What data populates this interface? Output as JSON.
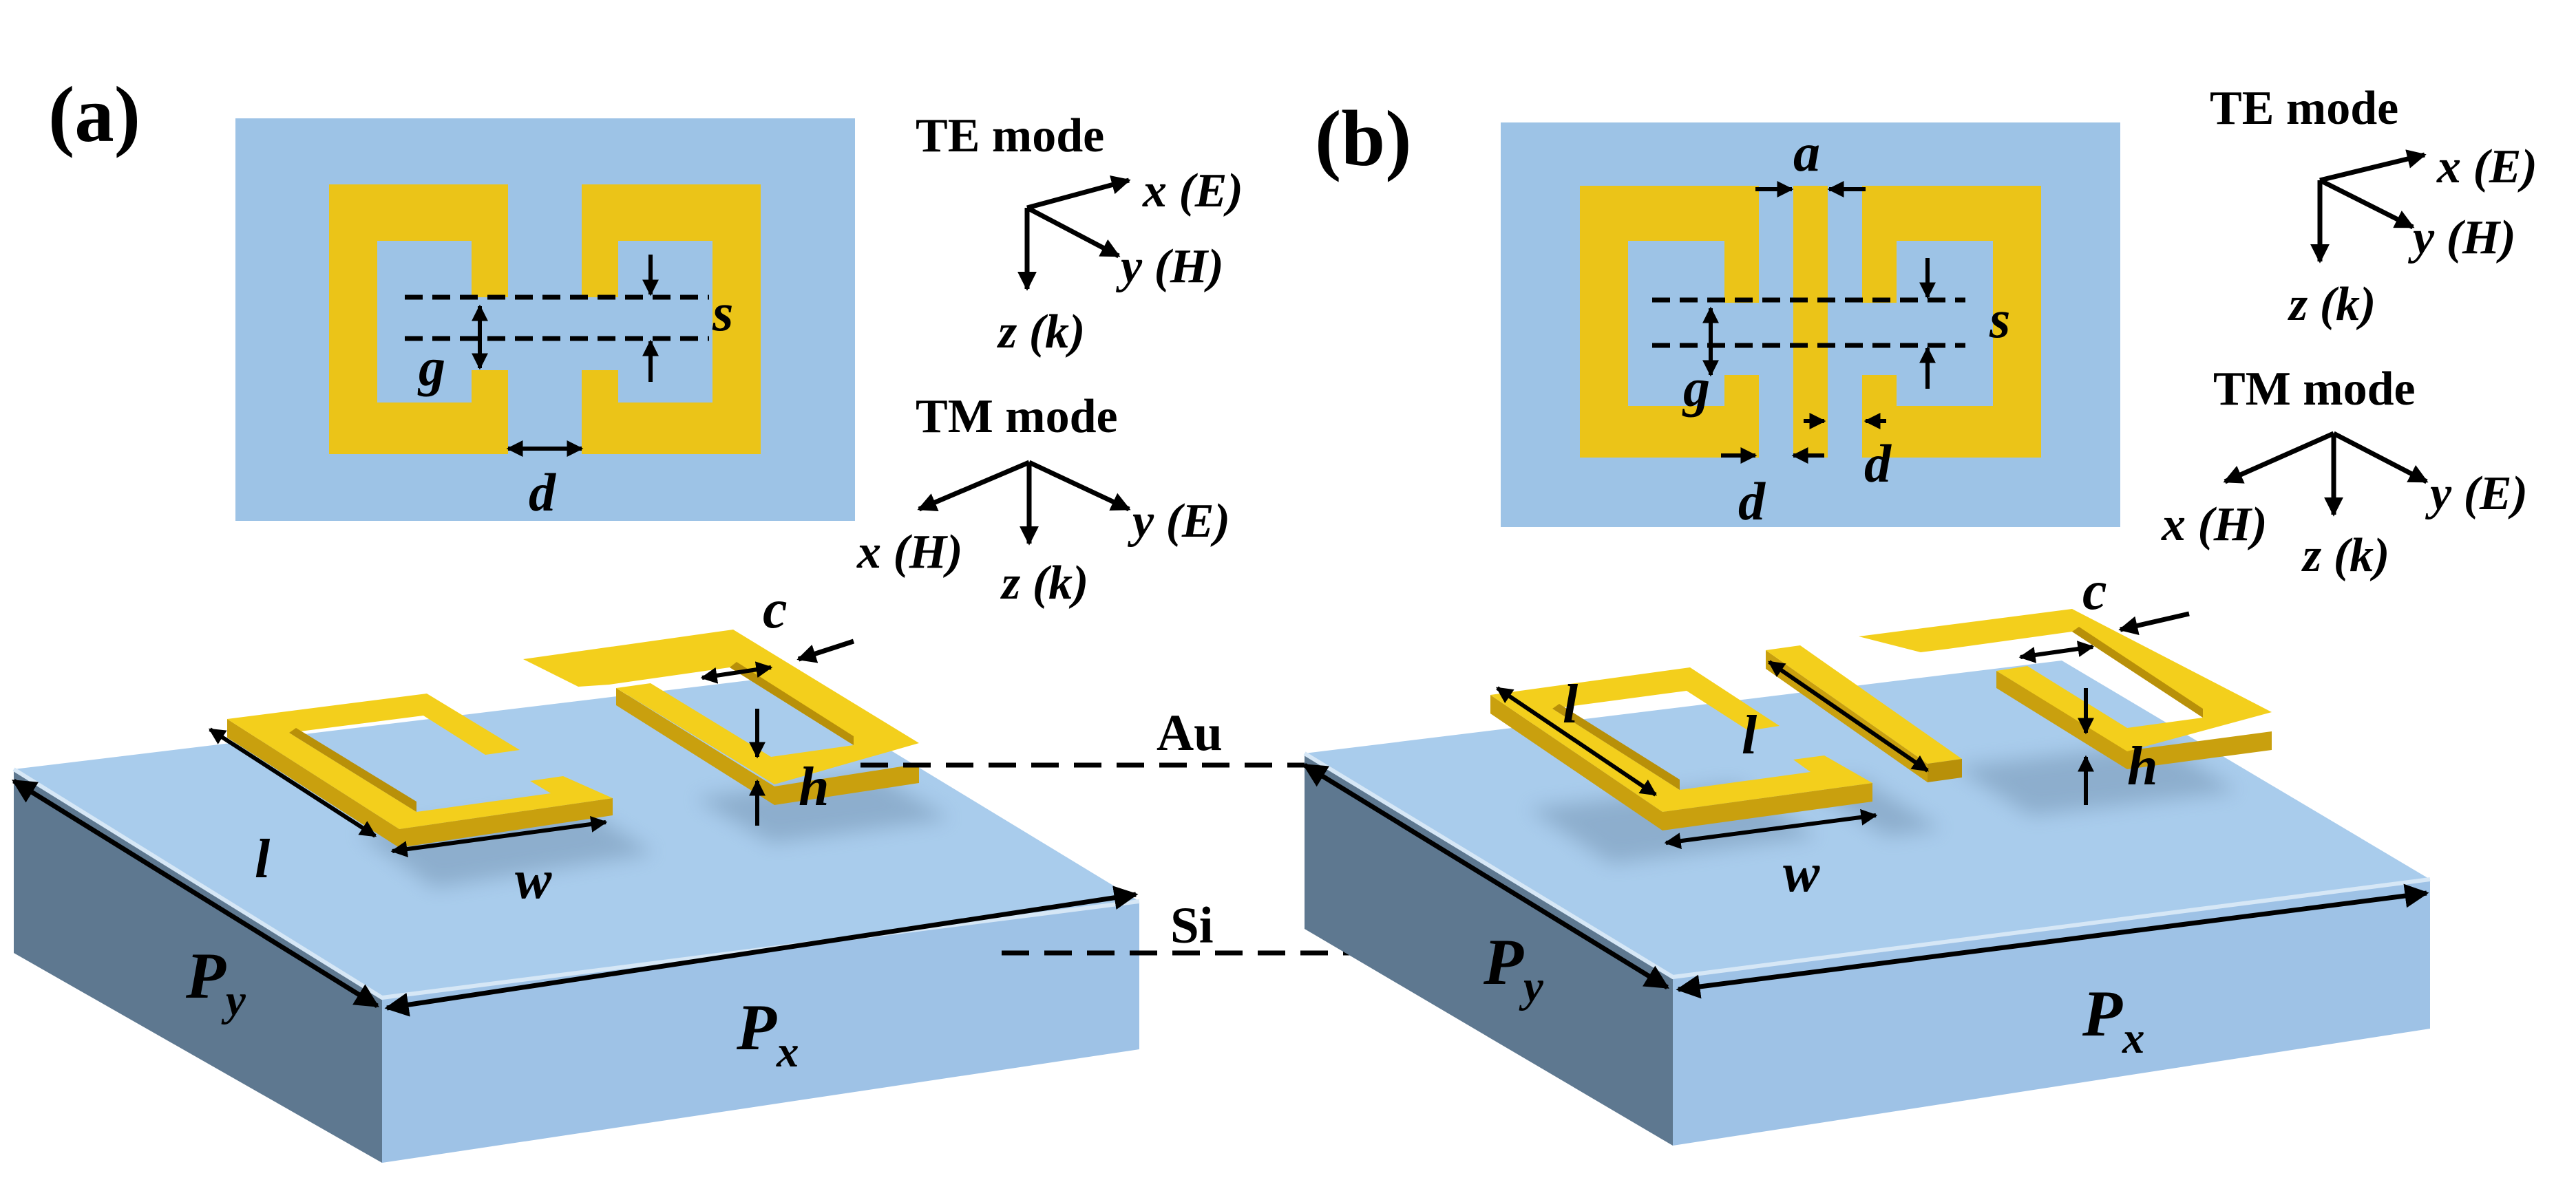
{
  "colors": {
    "gold": "#EBC418",
    "gold_top": "#F3CF1C",
    "gold_side": "#C9A00E",
    "substrate_top": "#A9CCEC",
    "substrate_front": "#9EC2E6",
    "substrate_side": "#5E7890",
    "panel_blue": "#9DC3E6",
    "ink": "#000000"
  },
  "panel_a": {
    "label": "(a)",
    "top_view": {
      "g": "g",
      "s": "s",
      "d": "d"
    },
    "te": {
      "title": "TE mode",
      "x": "x",
      "x_field": "(E)",
      "y": "y",
      "y_field": "(H)",
      "z": "z",
      "z_field": "(k)"
    },
    "tm": {
      "title": "TM mode",
      "x": "x",
      "x_field": "(H)",
      "y": "y",
      "y_field": "(E)",
      "z": "z",
      "z_field": "(k)"
    },
    "iso": {
      "c": "c",
      "l": "l",
      "w": "w",
      "h": "h",
      "P": "P",
      "px_sub": "x",
      "py_sub": "y"
    }
  },
  "panel_b": {
    "label": "(b)",
    "top_view": {
      "a": "a",
      "g": "g",
      "s": "s",
      "d1": "d",
      "d2": "d"
    },
    "te": {
      "title": "TE mode",
      "x": "x",
      "x_field": "(E)",
      "y": "y",
      "y_field": "(H)",
      "z": "z",
      "z_field": "(k)"
    },
    "tm": {
      "title": "TM mode",
      "x": "x",
      "x_field": "(H)",
      "y": "y",
      "y_field": "(E)",
      "z": "z",
      "z_field": "(k)"
    },
    "iso": {
      "c": "c",
      "l1": "l",
      "l2": "l",
      "w": "w",
      "h": "h",
      "P": "P",
      "px_sub": "x",
      "py_sub": "y"
    }
  },
  "materials": {
    "au": "Au",
    "si": "Si"
  }
}
